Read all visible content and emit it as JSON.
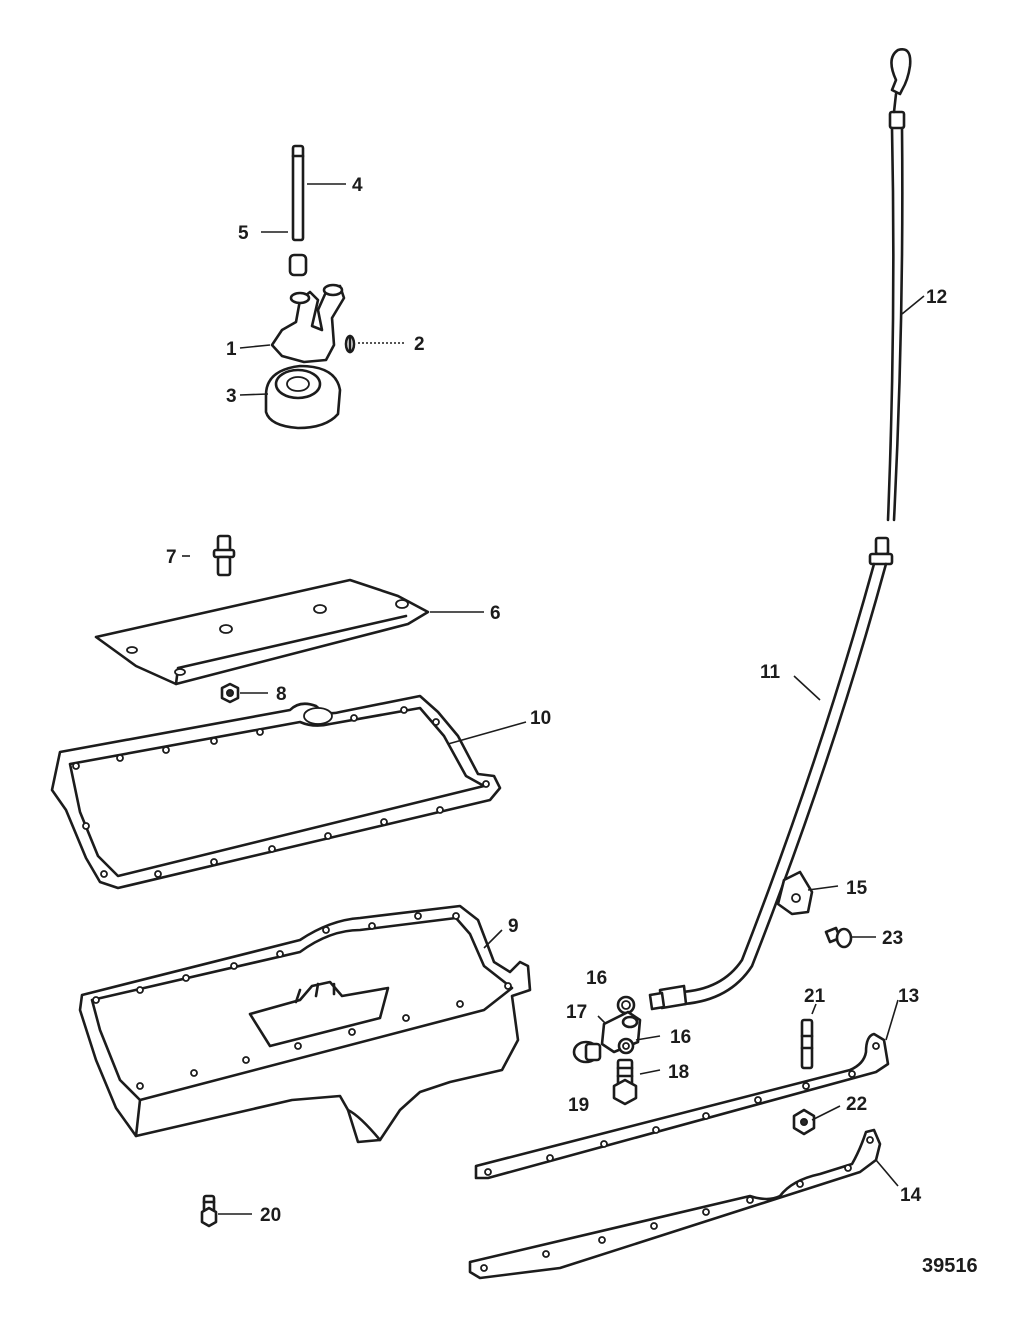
{
  "diagram": {
    "figure_number": "39516",
    "callouts": {
      "c1": "1",
      "c2": "2",
      "c3": "3",
      "c4": "4",
      "c5": "5",
      "c6": "6",
      "c7": "7",
      "c8": "8",
      "c9": "9",
      "c10": "10",
      "c11": "11",
      "c12": "12",
      "c13": "13",
      "c14": "14",
      "c15": "15",
      "c16a": "16",
      "c16b": "16",
      "c17": "17",
      "c18": "18",
      "c19": "19",
      "c20": "20",
      "c21": "21",
      "c22": "22",
      "c23": "23"
    }
  }
}
